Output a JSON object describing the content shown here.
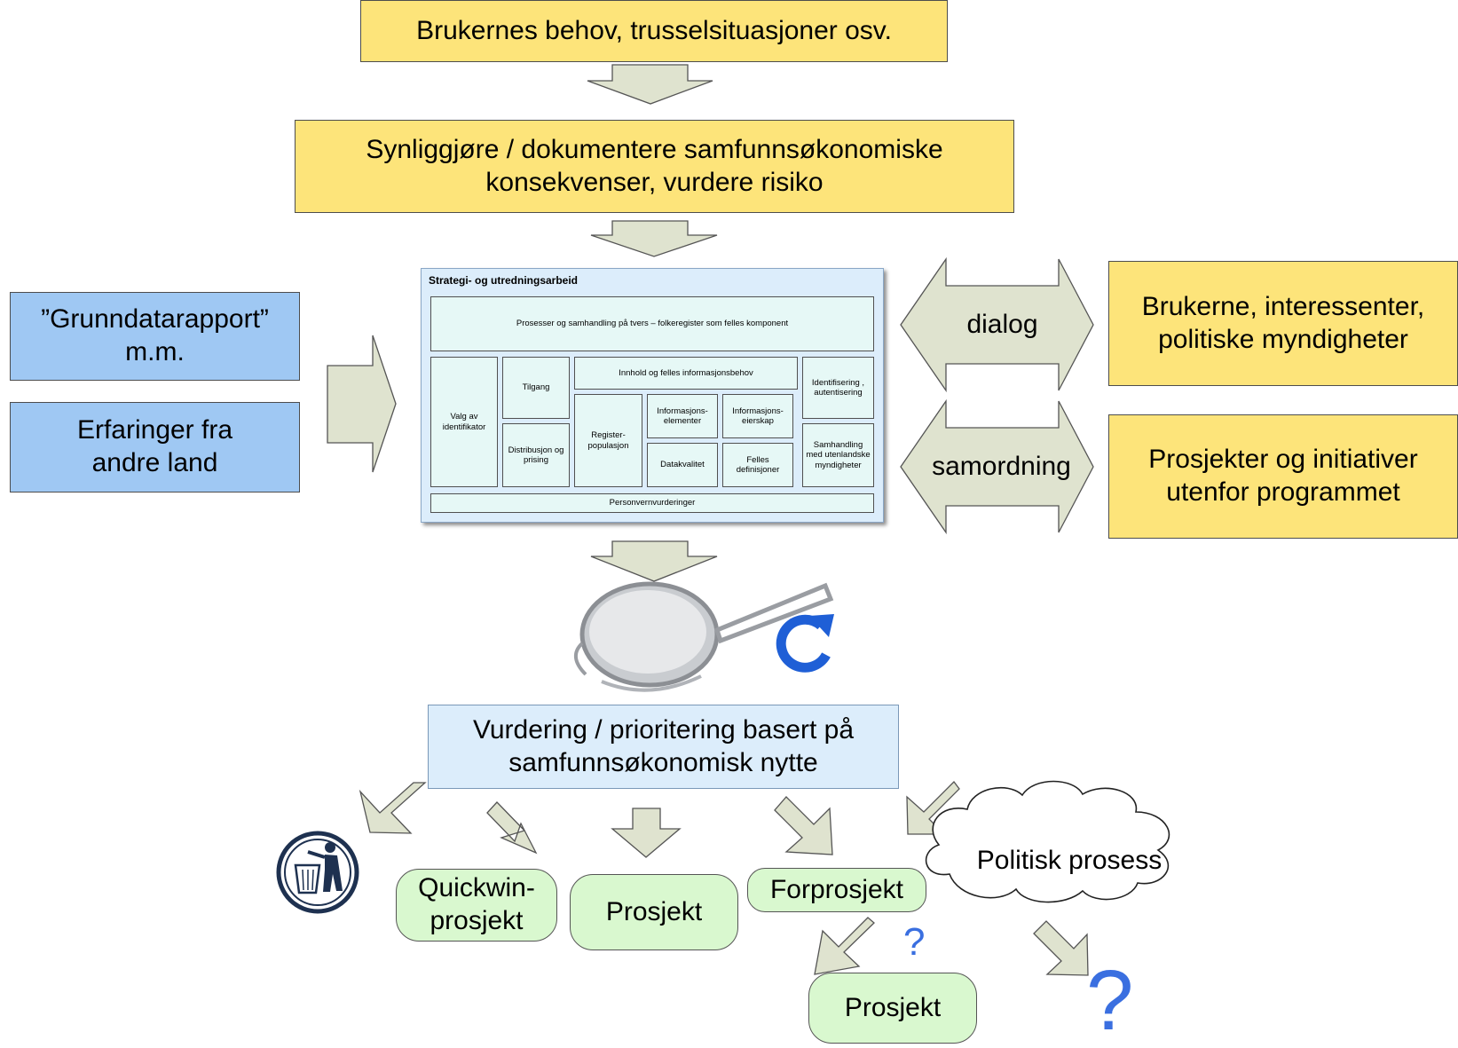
{
  "top_box": "Brukernes behov, trusselsituasjoner osv.",
  "consequences_box": "Synliggjøre / dokumentere samfunnsøkonomiske konsekvenser, vurdere risiko",
  "left_boxes": [
    "”Grunndatarapport” m.m.",
    "Erfaringer fra andre land"
  ],
  "strategy": {
    "title": "Strategi- og utredningsarbeid",
    "top_row": "Prosesser og samhandling på tvers   – folkeregister som felles komponent",
    "valg": "Valg av identifikator",
    "tilgang": "Tilgang",
    "distribusjon": "Distribusjon og prising",
    "innhold": "Innhold og felles informasjonsbehov",
    "register": "Register-populasjon",
    "inf_elementer": "Informasjons-elementer",
    "inf_eierskap": "Informasjons-eierskap",
    "datakvalitet": "Datakvalitet",
    "felles_def": "Felles definisjoner",
    "identifisering": "Identifisering , autentisering",
    "samhandling": "Samhandling med utenlandske myndigheter",
    "personvern": "Personvernvurderinger"
  },
  "dialog_arrow": "dialog",
  "samordning_arrow": "samordning",
  "right_boxes": [
    "Brukerne, interessenter, politiske myndigheter",
    "Prosjekter og initiativer utenfor programmet"
  ],
  "evaluation_box": "Vurdering / prioritering basert på samfunnsøkonomisk nytte",
  "outcomes": {
    "quickwin": "Quickwin-prosjekt",
    "prosjekt": "Prosjekt",
    "forprosjekt": "Forprosjekt",
    "prosjekt_followup": "Prosjekt",
    "political": "Politisk prosess"
  },
  "question_marks": [
    "?",
    "?"
  ],
  "icons": [
    "sieve-icon",
    "refresh-icon",
    "trash-bin-icon"
  ],
  "colors": {
    "yellow_box": "#fde47a",
    "blue_box": "#9fc8f3",
    "light_blue_box": "#dcedfb",
    "green_box": "#d9f8cf",
    "arrow_fill": "#dfe3cf",
    "question_mark": "#3a6fe0"
  }
}
